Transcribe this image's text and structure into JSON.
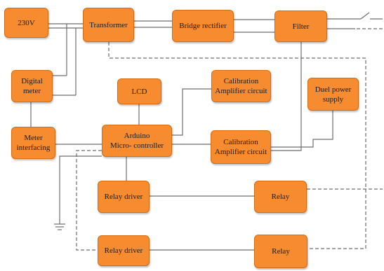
{
  "diagram": {
    "colors": {
      "block_fill": "#f68c2f",
      "block_border": "#d26c14",
      "wire": "#6e6e6e"
    },
    "blocks": {
      "v230": "230V",
      "transformer": "Transformer",
      "bridge_rectifier": "Bridge rectifier",
      "filter": "Filter",
      "digital_meter": "Digital\nmeter",
      "lcd": "LCD",
      "calibration_amp_top": "Calibration\nAmplifier circuit",
      "duel_power_supply": "Duel power\nsupply",
      "meter_interfacing": "Meter\ninterfacing",
      "arduino": "Arduino\nMicro- controller",
      "calibration_amp_bottom": "Calibration\nAmplifier circuit",
      "relay_driver_1": "Relay driver",
      "relay_1": "Relay",
      "relay_driver_2": "Relay driver",
      "relay_2": "Relay"
    }
  }
}
